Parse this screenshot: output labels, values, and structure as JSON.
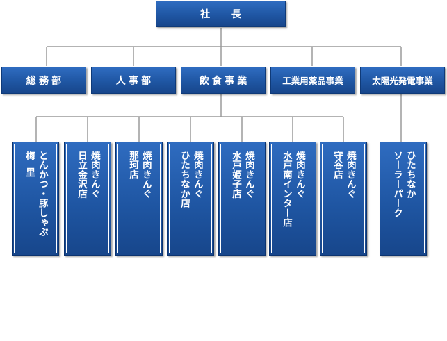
{
  "chart": {
    "president": "社　長",
    "departments": [
      {
        "id": "general-affairs",
        "label": "総務部"
      },
      {
        "id": "personnel",
        "label": "人事部"
      },
      {
        "id": "food-service",
        "label": "飲食事業"
      },
      {
        "id": "industrial-chemicals",
        "label": "工業用薬品事業"
      },
      {
        "id": "solar-power",
        "label": "太陽光発電事業"
      }
    ],
    "stores": [
      {
        "id": "umesato",
        "line1": "とんかつ・豚しゃぶ",
        "line2": "梅里"
      },
      {
        "id": "hitachi-kanesawa",
        "line1": "焼肉きんぐ",
        "line2": "日立金沢店"
      },
      {
        "id": "naka",
        "line1": "焼肉きんぐ",
        "line2": "那珂店"
      },
      {
        "id": "hitachinaka",
        "line1": "焼肉きんぐ",
        "line2": "ひたちなか店"
      },
      {
        "id": "mito-himeko",
        "line1": "焼肉きんぐ",
        "line2": "水戸姫子店"
      },
      {
        "id": "mito-minami-ic",
        "line1": "焼肉きんぐ",
        "line2": "水戸南インター店"
      },
      {
        "id": "moriya",
        "line1": "焼肉きんぐ",
        "line2": "守谷店"
      },
      {
        "id": "hitachinaka-solar-park",
        "line1": "ひたちなか",
        "line2": "ソーラーパーク"
      }
    ]
  },
  "colors": {
    "box_fill": "#1f56a3",
    "box_border": "#0f3a78",
    "connector": "#9a9a9a",
    "text": "#ffffff"
  }
}
